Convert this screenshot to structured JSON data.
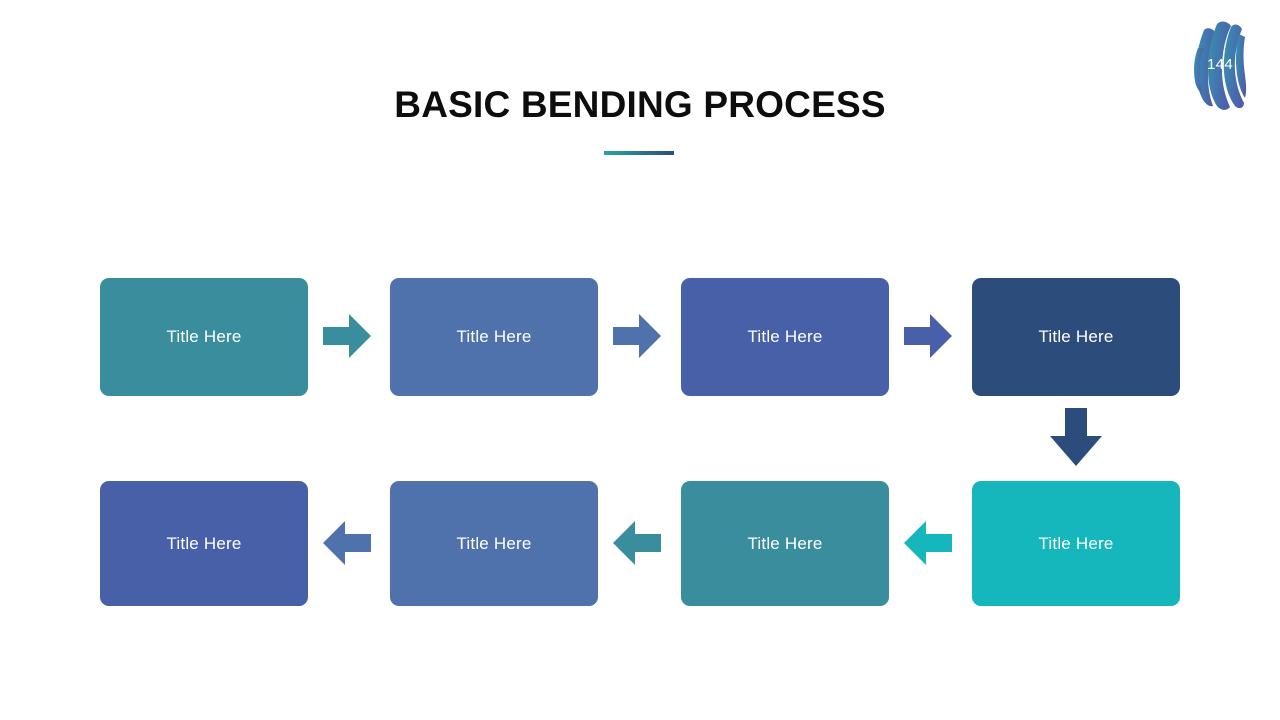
{
  "slide": {
    "title": "BASIC BENDING PROCESS",
    "page_number": "144",
    "background_color": "#ffffff",
    "title_color": "#0d0d0d",
    "underline_gradient": [
      "#2BA3A8",
      "#2C4D7C"
    ],
    "badge_gradient": [
      "#2F9BA4",
      "#4A5FA8"
    ]
  },
  "palette": {
    "teal": "#3A8D9C",
    "slate_blue": "#4F72AC",
    "blue": "#4760A8",
    "navy": "#2C4D7C",
    "cyan": "#15B6BC"
  },
  "diagram": {
    "type": "bending-process-flow",
    "rows": [
      {
        "name": "top-row",
        "direction": "left-to-right",
        "boxes": [
          {
            "label": "Title Here",
            "color": "#3A8D9C"
          },
          {
            "label": "Title Here",
            "color": "#4F72AC"
          },
          {
            "label": "Title Here",
            "color": "#4760A8"
          },
          {
            "label": "Title Here",
            "color": "#2C4D7C"
          }
        ],
        "arrows": [
          {
            "direction": "right",
            "color": "#3A8D9C"
          },
          {
            "direction": "right",
            "color": "#4F72AC"
          },
          {
            "direction": "right",
            "color": "#4760A8"
          }
        ]
      },
      {
        "name": "bottom-row",
        "direction": "right-to-left",
        "boxes": [
          {
            "label": "Title Here",
            "color": "#4760A8"
          },
          {
            "label": "Title Here",
            "color": "#4F72AC"
          },
          {
            "label": "Title Here",
            "color": "#3A8D9C"
          },
          {
            "label": "Title Here",
            "color": "#15B6BC"
          }
        ],
        "arrows": [
          {
            "direction": "left",
            "color": "#4F72AC"
          },
          {
            "direction": "left",
            "color": "#3A8D9C"
          },
          {
            "direction": "left",
            "color": "#15B6BC"
          }
        ]
      }
    ],
    "connector": {
      "direction": "down",
      "color": "#2C4D7C"
    }
  }
}
